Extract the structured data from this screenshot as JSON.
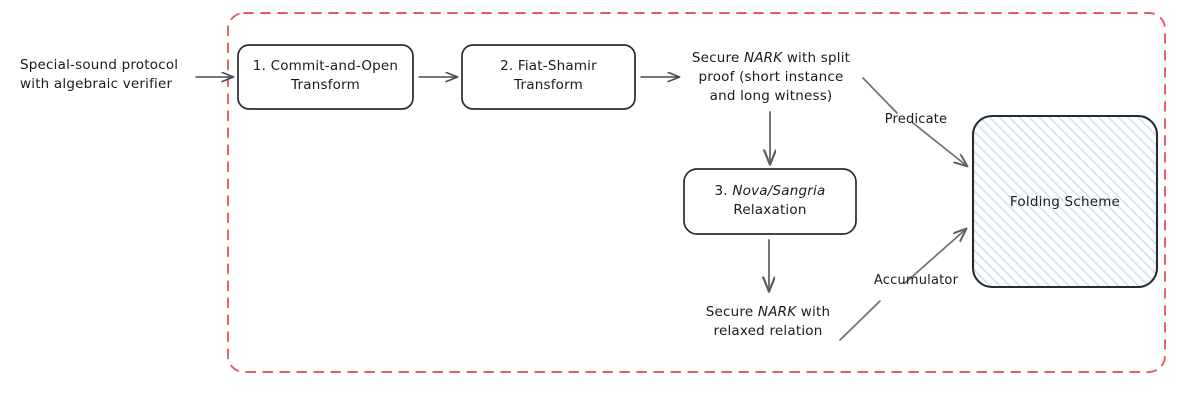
{
  "diagram": {
    "title_text_left": "Special-sound protocol\nwith algebraic verifier",
    "boundary": {
      "name": "dashed-region",
      "color": "#ea5a62",
      "style": "dashed"
    },
    "nodes": [
      {
        "id": "commit-open",
        "label": "1. Commit-and-Open\nTransform",
        "shape": "rounded-rect",
        "fill": "#ffffff",
        "stroke": "#2b2b2b"
      },
      {
        "id": "fiat-shamir",
        "label": "2. Fiat-Shamir\nTransform",
        "shape": "rounded-rect",
        "fill": "#ffffff",
        "stroke": "#2b2b2b"
      },
      {
        "id": "nova-sangria",
        "label_plain": "3. Nova/Sangria\nRelaxation",
        "label_prefix": "3. ",
        "label_italic": "Nova/Sangria",
        "label_suffix": "\nRelaxation",
        "shape": "rounded-rect",
        "fill": "#ffffff",
        "stroke": "#2b2b2b"
      },
      {
        "id": "folding-scheme",
        "label": "Folding Scheme",
        "shape": "rounded-rect-hatched",
        "fill": "#dceaf7",
        "stroke": "#2b2b2b"
      }
    ],
    "free_texts": [
      {
        "id": "secure-nark-split",
        "prefix": "Secure ",
        "italic": "NARK",
        "suffix": " with split\nproof (short instance\nand long witness)"
      },
      {
        "id": "secure-nark-relaxed",
        "prefix": "Secure ",
        "italic": "NARK",
        "suffix": " with\nrelaxed relation"
      }
    ],
    "edge_labels": [
      {
        "id": "predicate",
        "label": "Predicate"
      },
      {
        "id": "accumulator",
        "label": "Accumulator"
      }
    ]
  }
}
